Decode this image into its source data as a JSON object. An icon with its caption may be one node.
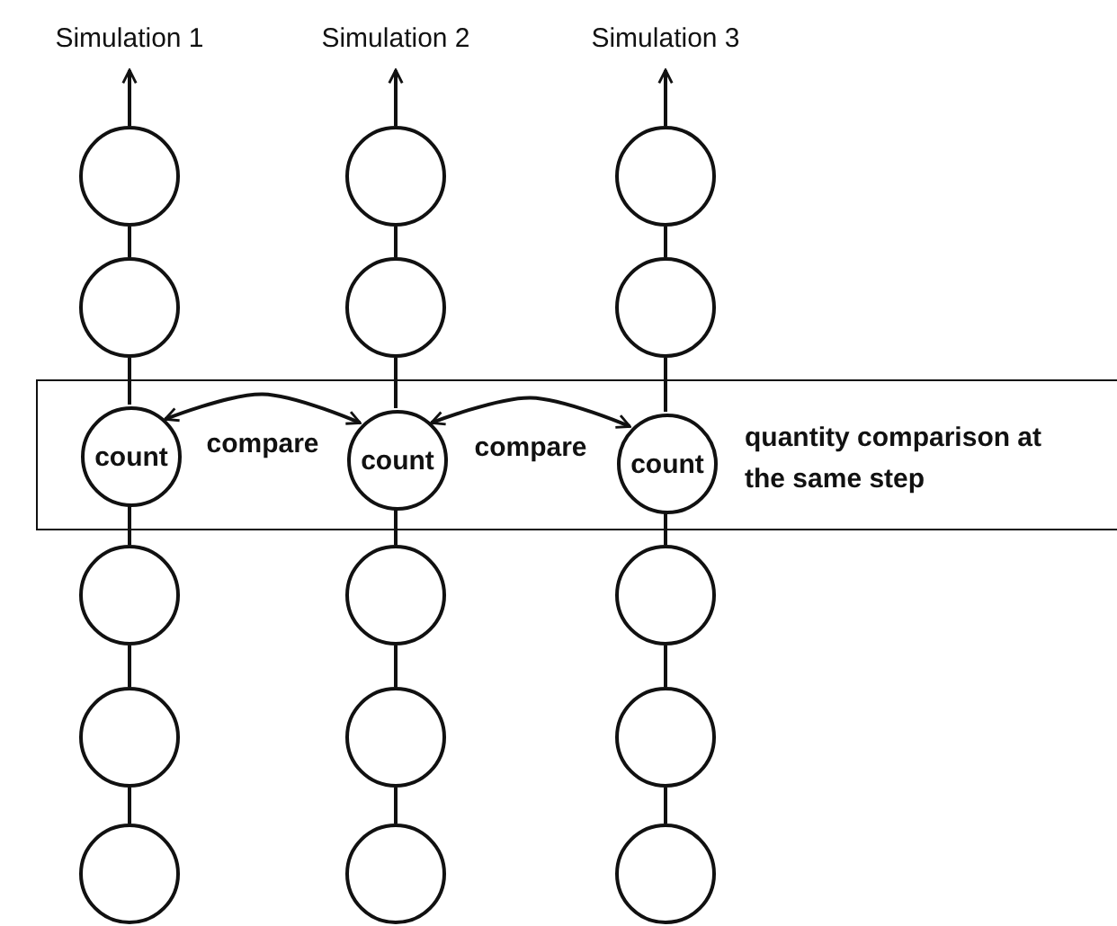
{
  "diagram": {
    "nodes": [
      {
        "text": [
          "Simulation 1"
        ]
      },
      {
        "text": [
          "Simulation 2"
        ]
      },
      {
        "text": [
          "Simulation 3"
        ]
      },
      {
        "text": [],
        "shape": "circle"
      },
      {
        "text": [],
        "shape": "circle"
      },
      {
        "text": [],
        "shape": "circle"
      },
      {
        "text": [],
        "shape": "circle"
      },
      {
        "text": [],
        "shape": "circle"
      },
      {
        "text": [],
        "shape": "circle"
      },
      {
        "text": [
          "quantity comparison at the same step"
        ]
      },
      {
        "text": [
          "count"
        ],
        "in": 9
      },
      {
        "text": [
          "count"
        ],
        "in": 9
      },
      {
        "text": [
          "count"
        ],
        "in": 9
      },
      {
        "text": [],
        "shape": "circle"
      },
      {
        "text": [],
        "shape": "circle"
      },
      {
        "text": [],
        "shape": "circle"
      },
      {
        "text": [],
        "shape": "circle"
      },
      {
        "text": [],
        "shape": "circle"
      },
      {
        "text": [],
        "shape": "circle"
      },
      {
        "text": [],
        "shape": "circle"
      },
      {
        "text": [],
        "shape": "circle"
      },
      {
        "text": [],
        "shape": "circle"
      }
    ],
    "edges": [
      {
        "from": 3,
        "to": 0,
        "arrow": "to"
      },
      {
        "from": 4,
        "to": 1,
        "arrow": "to"
      },
      {
        "from": 5,
        "to": 2,
        "arrow": "to"
      },
      {
        "from": 3,
        "to": 6,
        "arrow": "none"
      },
      {
        "from": 4,
        "to": 7,
        "arrow": "none"
      },
      {
        "from": 5,
        "to": 8,
        "arrow": "none"
      },
      {
        "from": 6,
        "to": 10,
        "arrow": "none"
      },
      {
        "from": 7,
        "to": 11,
        "arrow": "none"
      },
      {
        "from": 8,
        "to": 12,
        "arrow": "none"
      },
      {
        "from": 10,
        "to": 11,
        "label": "compare",
        "arrow": "both"
      },
      {
        "from": 11,
        "to": 12,
        "label": "compare",
        "arrow": "both"
      },
      {
        "from": 10,
        "to": 13,
        "arrow": "none"
      },
      {
        "from": 11,
        "to": 14,
        "arrow": "none"
      },
      {
        "from": 12,
        "to": 15,
        "arrow": "none"
      },
      {
        "from": 13,
        "to": 16,
        "arrow": "none"
      },
      {
        "from": 14,
        "to": 17,
        "arrow": "none"
      },
      {
        "from": 15,
        "to": 18,
        "arrow": "none"
      },
      {
        "from": 16,
        "to": 19,
        "arrow": "none"
      },
      {
        "from": 17,
        "to": 20,
        "arrow": "none"
      },
      {
        "from": 18,
        "to": 21,
        "arrow": "none"
      }
    ]
  }
}
